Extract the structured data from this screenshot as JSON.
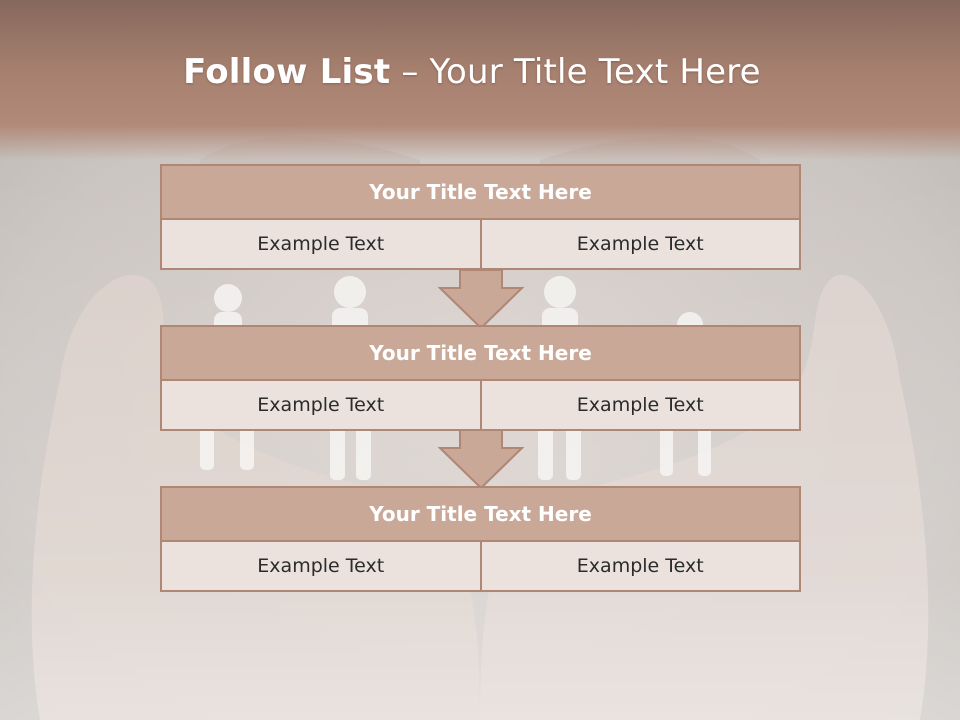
{
  "slide": {
    "title_bold": "Follow List",
    "title_rest": "– Your Title Text Here"
  },
  "blocks": [
    {
      "title": "Your Title Text Here",
      "left": "Example Text",
      "right": "Example Text"
    },
    {
      "title": "Your Title Text Here",
      "left": "Example Text",
      "right": "Example Text"
    },
    {
      "title": "Your Title Text Here",
      "left": "Example Text",
      "right": "Example Text"
    }
  ],
  "colors": {
    "header": "#a7806f",
    "block_title": "#c9a898",
    "block_border": "#b08675",
    "cell": "#ebe2de"
  }
}
